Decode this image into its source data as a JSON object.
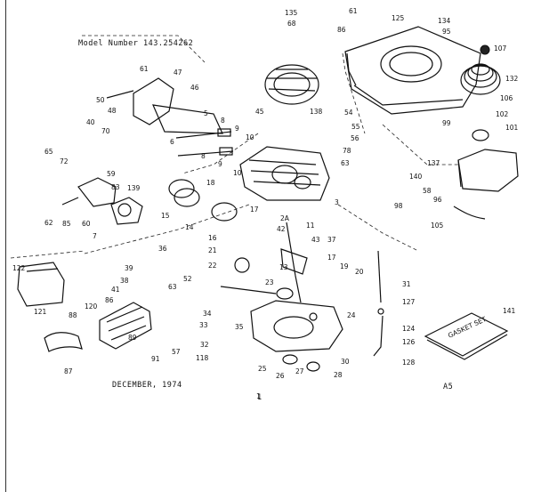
{
  "header": {
    "model_number": "Model Number 143.254262"
  },
  "footer": {
    "date": "DECEMBER, 1974",
    "page": "1",
    "code": "A5"
  },
  "gasket_set_label": "GASKET SET",
  "callouts": [
    "135",
    "68",
    "61",
    "125",
    "134",
    "95",
    "86",
    "107",
    "132",
    "106",
    "102",
    "101",
    "61",
    "47",
    "46",
    "50",
    "48",
    "40",
    "70",
    "65",
    "72",
    "5",
    "8",
    "9",
    "10",
    "6",
    "8",
    "9",
    "10",
    "45",
    "138",
    "54",
    "55",
    "56",
    "78",
    "63",
    "137",
    "99",
    "59",
    "83",
    "139",
    "62",
    "85",
    "60",
    "7",
    "18",
    "15",
    "14",
    "17",
    "2A",
    "42",
    "11",
    "43",
    "37",
    "3",
    "140",
    "58",
    "98",
    "96",
    "105",
    "16",
    "21",
    "22",
    "13",
    "17",
    "19",
    "20",
    "31",
    "36",
    "39",
    "38",
    "41",
    "23",
    "24",
    "122",
    "121",
    "120",
    "86",
    "88",
    "87",
    "89",
    "91",
    "63",
    "52",
    "34",
    "35",
    "33",
    "57",
    "32",
    "118",
    "25",
    "26",
    "27",
    "28",
    "30",
    "127",
    "124",
    "126",
    "128",
    "141",
    "1"
  ]
}
